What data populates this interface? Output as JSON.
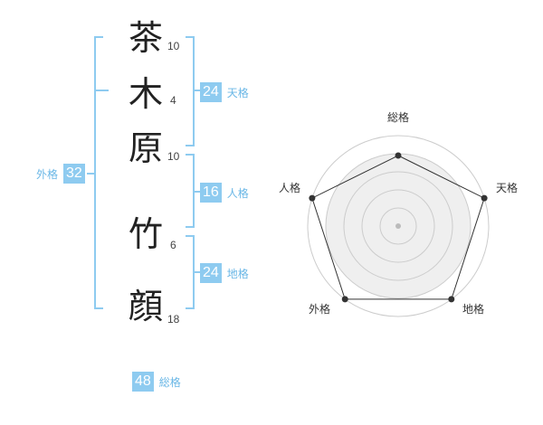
{
  "name": {
    "chars": [
      {
        "kanji": "茶",
        "strokes": "10"
      },
      {
        "kanji": "木",
        "strokes": "4"
      },
      {
        "kanji": "原",
        "strokes": "10"
      },
      {
        "kanji": "竹",
        "strokes": "6"
      },
      {
        "kanji": "顔",
        "strokes": "18"
      }
    ]
  },
  "scores": {
    "tenkaku": {
      "value": "24",
      "label": "天格"
    },
    "jinkaku": {
      "value": "16",
      "label": "人格"
    },
    "chikaku": {
      "value": "24",
      "label": "地格"
    },
    "gaikaku": {
      "value": "32",
      "label": "外格"
    },
    "soukaku": {
      "value": "48",
      "label": "総格"
    }
  },
  "radar": {
    "axes": [
      "総格",
      "天格",
      "地格",
      "外格",
      "人格"
    ],
    "values": [
      0.78,
      1.0,
      1.0,
      1.0,
      1.0
    ],
    "rings": 5,
    "colors": {
      "line": "#333333",
      "fill": "#efefef",
      "grid": "#cccccc",
      "accent": "#8ecbf0"
    }
  }
}
